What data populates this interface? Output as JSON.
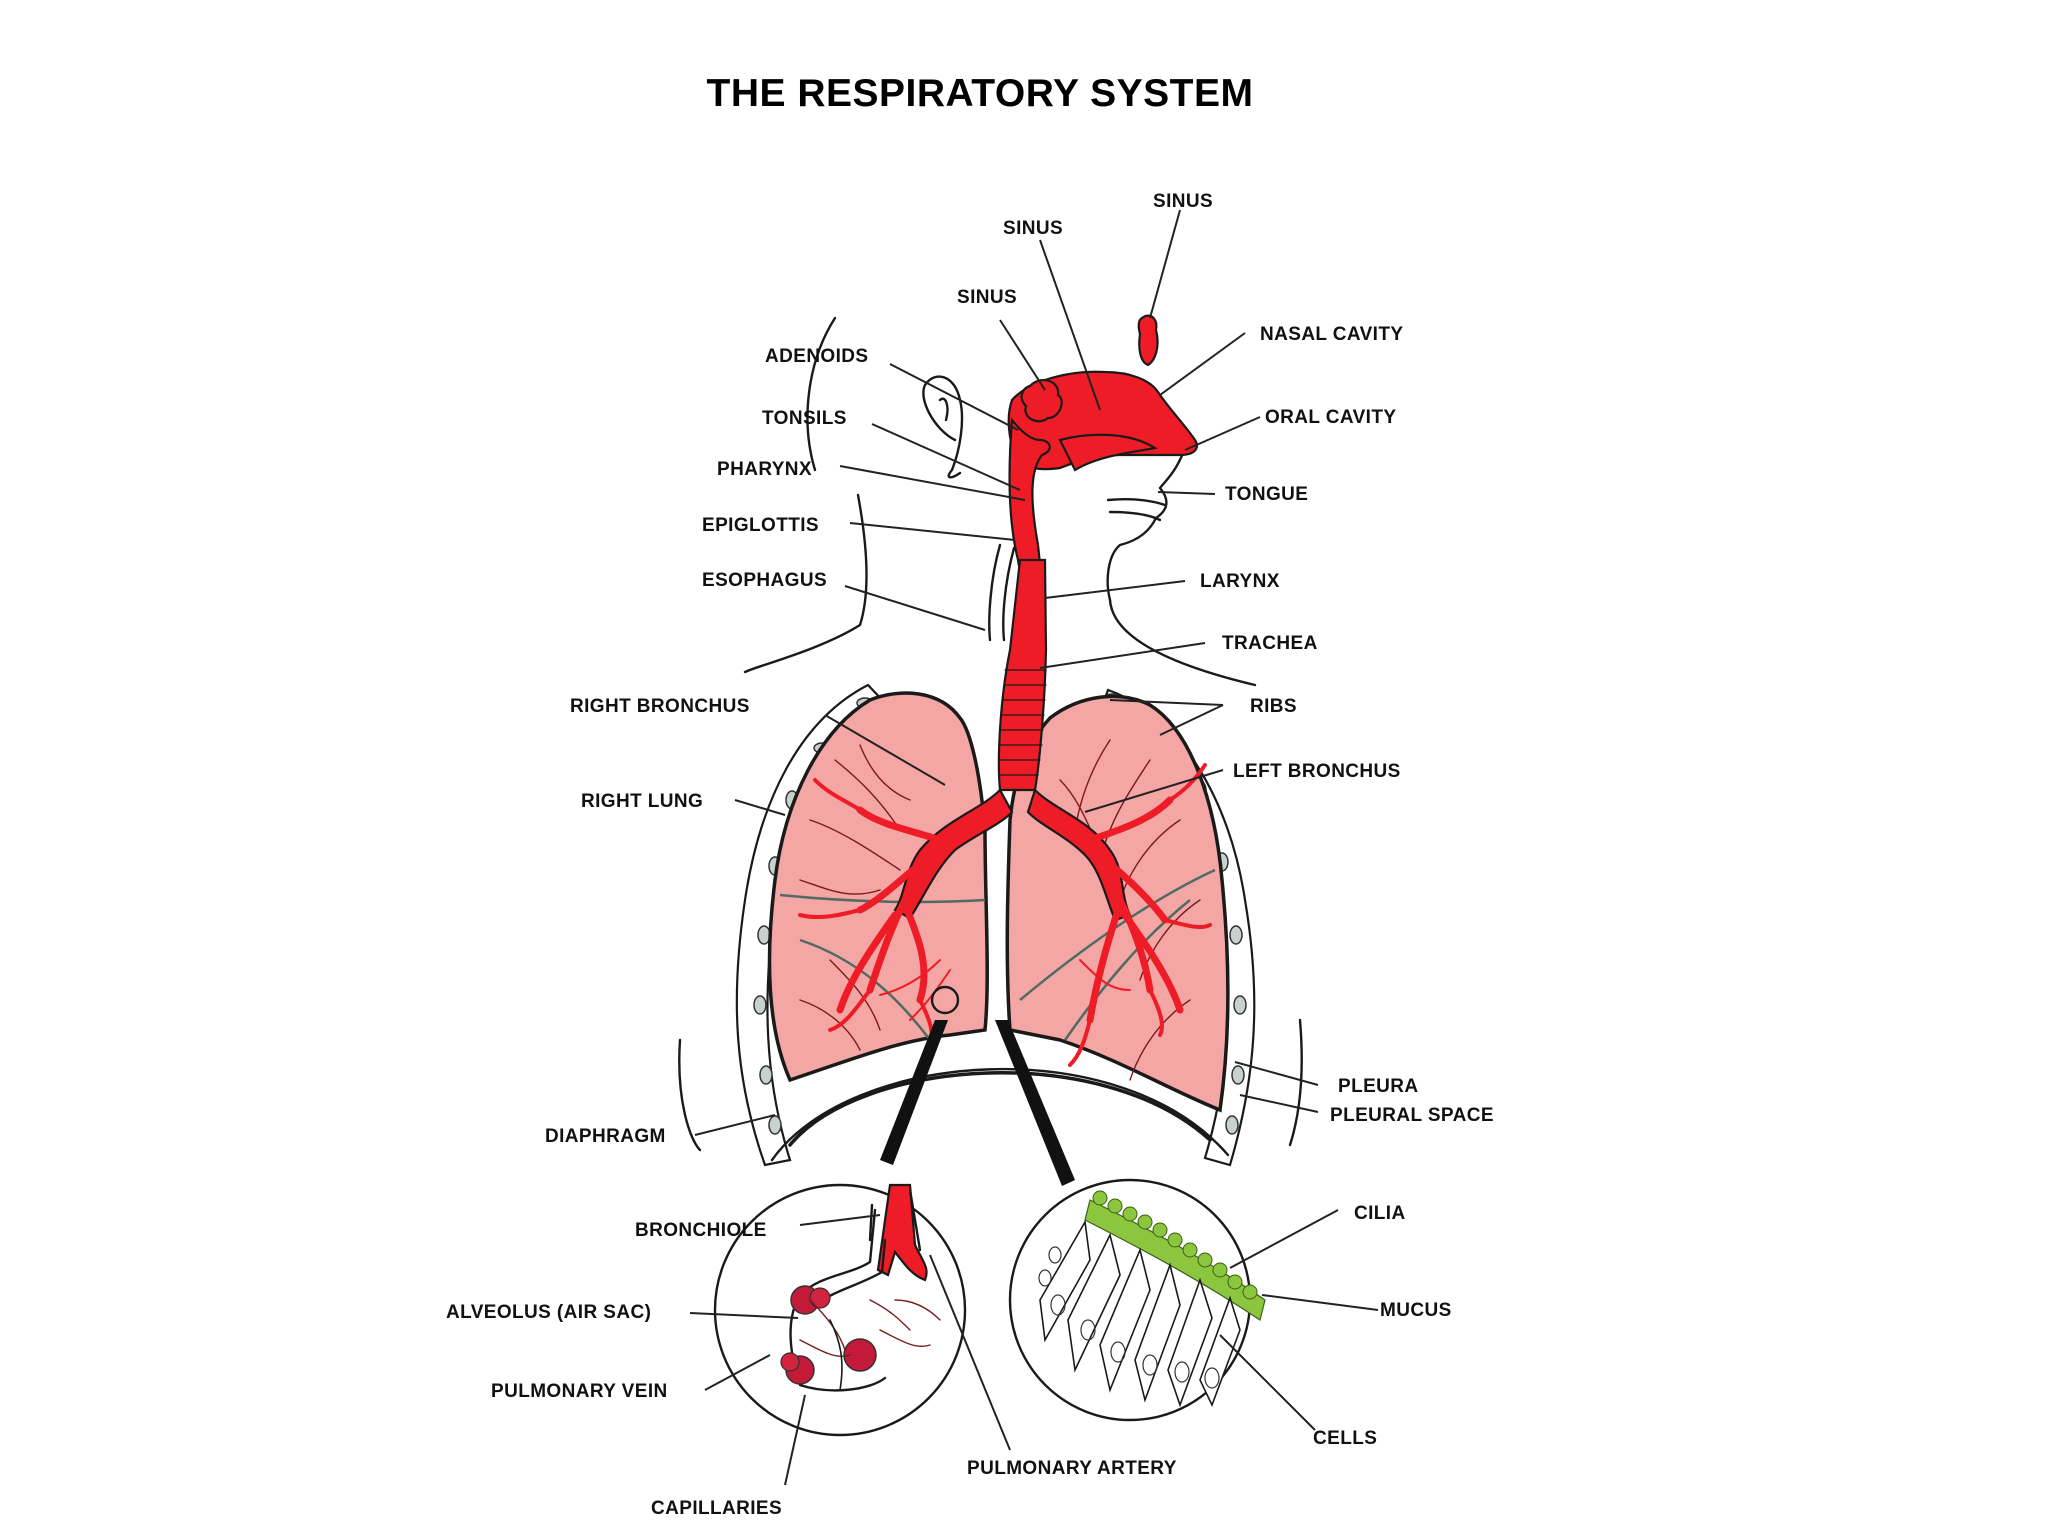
{
  "title": "THE RESPIRATORY SYSTEM",
  "labels": {
    "sinus_top": "SINUS",
    "sinus_mid": "SINUS",
    "sinus_left": "SINUS",
    "nasal_cavity": "NASAL CAVITY",
    "adenoids": "ADENOIDS",
    "oral_cavity": "ORAL CAVITY",
    "tonsils": "TONSILS",
    "pharynx": "PHARYNX",
    "tongue": "TONGUE",
    "epiglottis": "EPIGLOTTIS",
    "esophagus": "ESOPHAGUS",
    "larynx": "LARYNX",
    "trachea": "TRACHEA",
    "right_bronchus": "RIGHT BRONCHUS",
    "ribs": "RIBS",
    "left_bronchus": "LEFT BRONCHUS",
    "right_lung": "RIGHT LUNG",
    "pleura": "PLEURA",
    "pleural_space": "PLEURAL SPACE",
    "diaphragm": "DIAPHRAGM",
    "bronchiole": "BRONCHIOLE",
    "cilia": "CILIA",
    "alveolus": "ALVEOLUS (AIR SAC)",
    "mucus": "MUCUS",
    "pulmonary_vein": "PULMONARY VEIN",
    "cells": "CELLS",
    "pulmonary_artery": "PULMONARY ARTERY",
    "capillaries": "CAPILLARIES"
  },
  "colors": {
    "airway": "#ee1c26",
    "lung": "#f3a6a4",
    "cilia": "#8cc63f",
    "outline": "#1a1a1a"
  }
}
